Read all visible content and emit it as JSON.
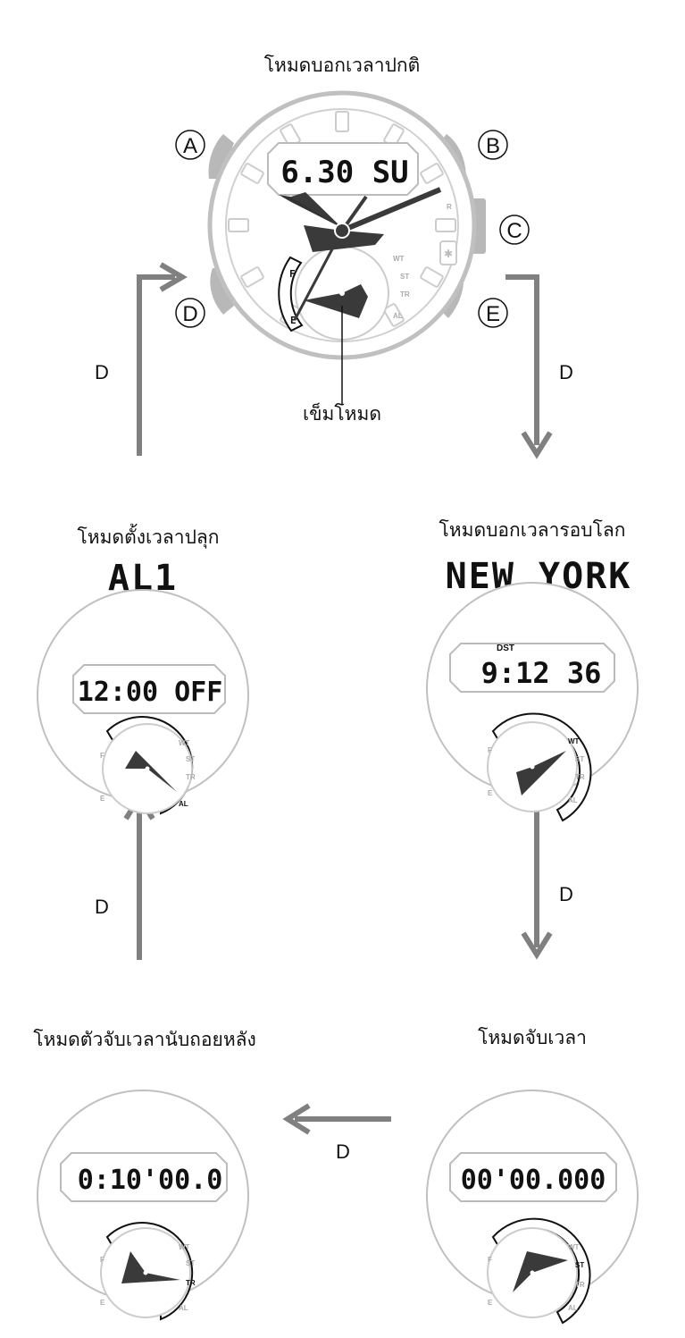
{
  "main_watch": {
    "title": "โหมดบอกเวลาปกติ",
    "lcd": "6.30 SU",
    "hand_label": "เข็มโหมด",
    "buttons": [
      "A",
      "B",
      "C",
      "D",
      "E"
    ],
    "dial_marks": [
      "F",
      "E",
      "WT",
      "ST",
      "TR",
      "AL",
      "R"
    ]
  },
  "modes": {
    "alarm": {
      "title": "โหมดตั้งเวลาปลุก",
      "big": "AL1",
      "lcd": "12:00 OFF",
      "marks": [
        "F",
        "E",
        "WT",
        "ST",
        "TR",
        "AL"
      ]
    },
    "world": {
      "title": "โหมดบอกเวลารอบโลก",
      "big": "NEW YORK",
      "lcd": "9:12 36",
      "badge": "DST",
      "marks": [
        "F",
        "E",
        "WT",
        "ST",
        "TR",
        "AL"
      ]
    },
    "timer": {
      "title": "โหมดตัวจับเวลานับถอยหลัง",
      "lcd": "0:10'00.0",
      "marks": [
        "F",
        "E",
        "WT",
        "ST",
        "TR",
        "AL"
      ]
    },
    "stopwatch": {
      "title": "โหมดจับเวลา",
      "lcd": "00'00.000",
      "marks": [
        "F",
        "E",
        "WT",
        "ST",
        "TR",
        "AL"
      ]
    }
  },
  "arrows": {
    "d1": "D",
    "d2": "D",
    "d3": "D",
    "d4": "D",
    "d5": "D"
  },
  "colors": {
    "arrow": "#808080",
    "bezel": "#bdbdbd",
    "button": "#b0b0b0",
    "ink": "#111111"
  }
}
